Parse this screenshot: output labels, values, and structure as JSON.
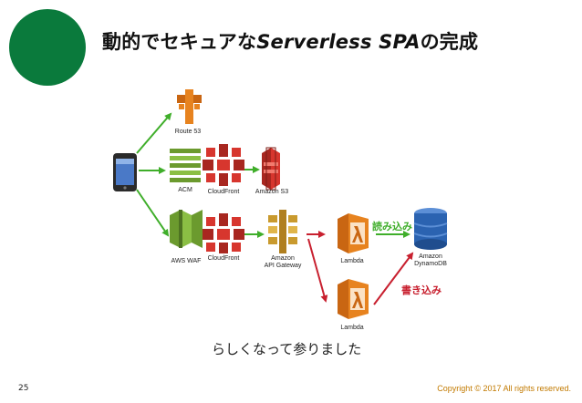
{
  "title": {
    "prefix": "動的でセキュアな",
    "highlight": "Serverless SPA",
    "suffix": "の完成"
  },
  "labels": {
    "route53": "Route 53",
    "acm": "ACM",
    "cloudfront_top": "CloudFront",
    "s3": "Amazon S3",
    "waf": "AWS WAF",
    "cloudfront_bottom": "CloudFront",
    "apigw": "Amazon\nAPI Gateway",
    "lambda_top": "Lambda",
    "lambda_bottom": "Lambda",
    "dynamodb": "Amazon\nDynamoDB"
  },
  "operations": {
    "read": "読み込み",
    "write": "書き込み"
  },
  "caption": "らしくなって参りました",
  "footer": {
    "page_number": "25",
    "copyright": "Copyright © 2017 All rights reserved."
  },
  "colors": {
    "brand_circle": "#0a7a3c",
    "green_arrow": "#3fae2a",
    "red_arrow": "#c8202f",
    "aws_orange": "#e7831f",
    "aws_red": "#d7362e",
    "aws_green": "#6b9a2e",
    "api_gold": "#c99a2e",
    "dynamo_blue": "#2b63b1"
  }
}
